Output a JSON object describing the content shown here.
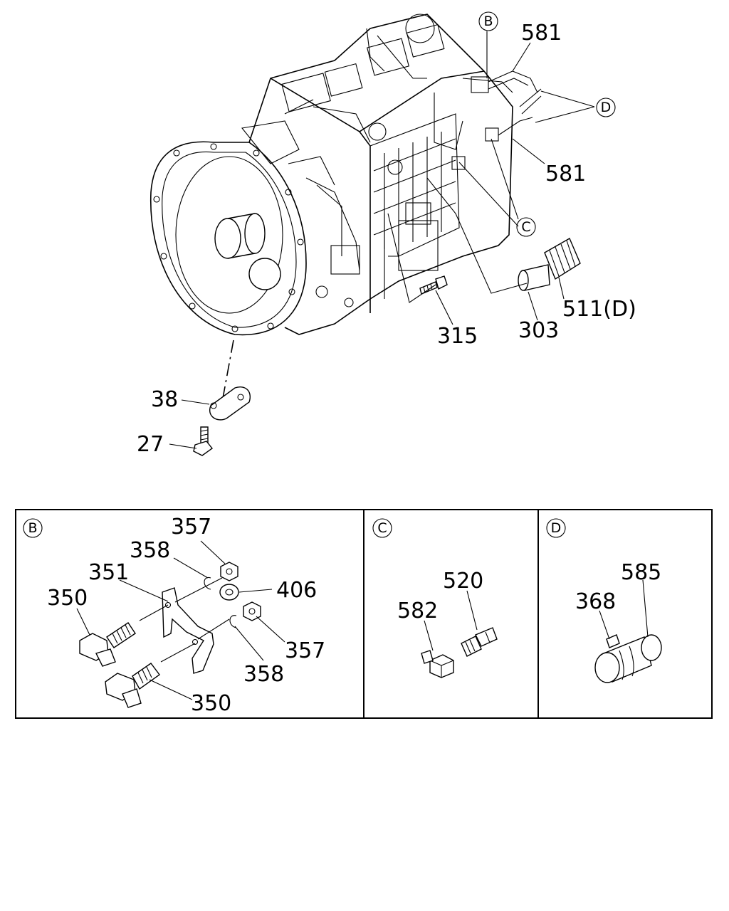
{
  "main_diagram": {
    "callouts": {
      "b": "B",
      "c": "C",
      "d": "D"
    },
    "part_labels": {
      "p581_top": "581",
      "p581_mid": "581",
      "p511d": "511(D)",
      "p303": "303",
      "p315": "315",
      "p38": "38",
      "p27": "27"
    }
  },
  "detail_panels": {
    "b": {
      "marker": "B",
      "labels": {
        "p357_top": "357",
        "p358_top": "358",
        "p351": "351",
        "p350_left": "350",
        "p406": "406",
        "p357_right": "357",
        "p358_bottom": "358",
        "p350_bottom": "350"
      }
    },
    "c": {
      "marker": "C",
      "labels": {
        "p520": "520",
        "p582": "582"
      }
    },
    "d": {
      "marker": "D",
      "labels": {
        "p585": "585",
        "p368": "368"
      }
    }
  }
}
